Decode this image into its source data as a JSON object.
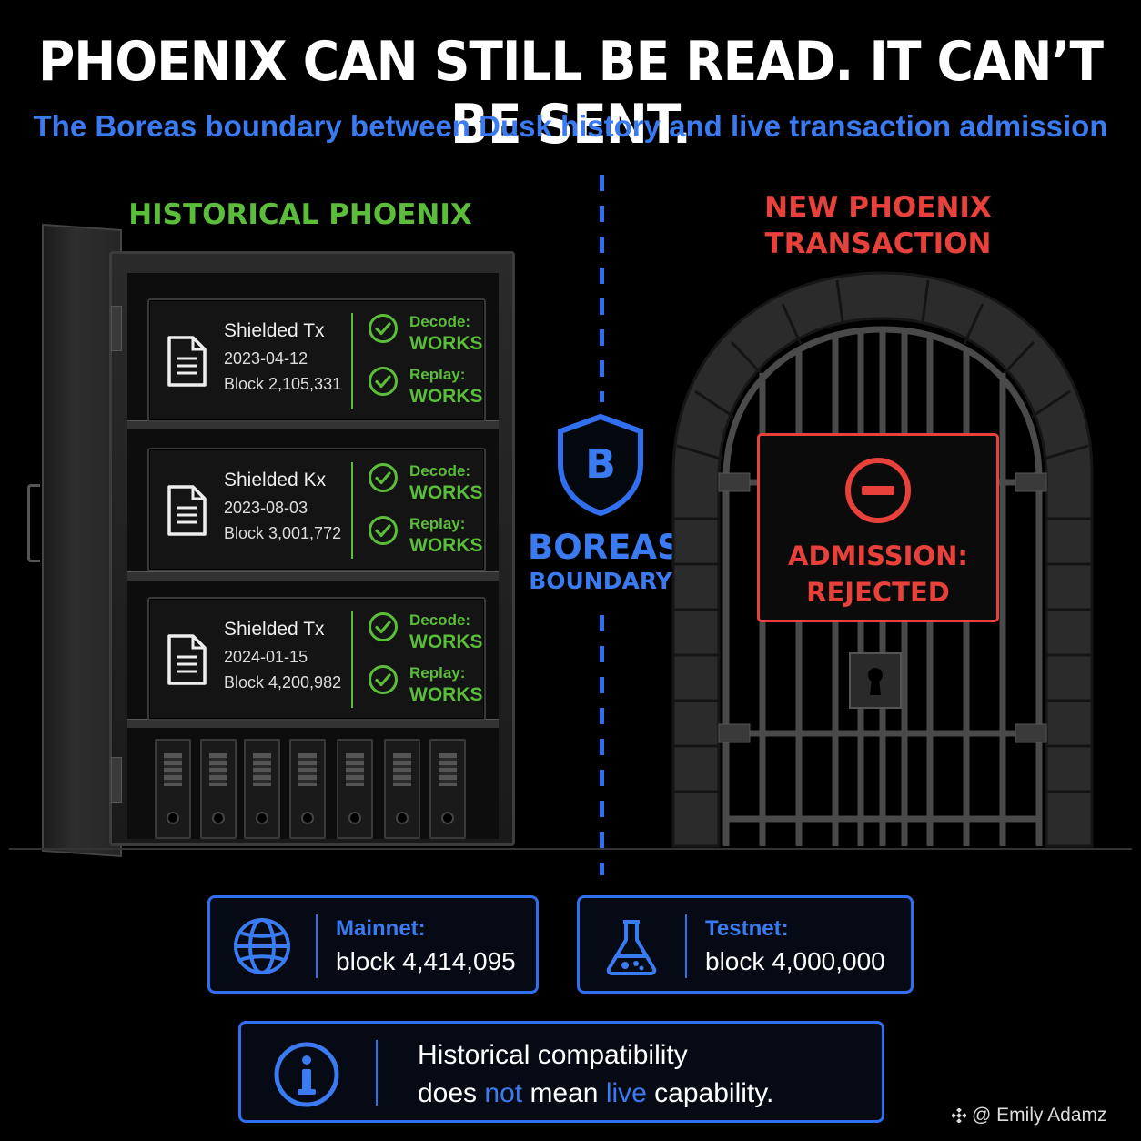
{
  "header": {
    "title": "PHOENIX CAN STILL BE READ. IT CAN’T BE SENT.",
    "subtitle": "The Boreas boundary between Dusk history and live transaction admission"
  },
  "historical": {
    "heading": "HISTORICAL PHOENIX",
    "records": [
      {
        "title": "Shielded Tx",
        "date": "2023-04-12",
        "block": "Block 2,105,331",
        "decode_label": "Decode:",
        "decode_value": "WORKS",
        "replay_label": "Replay:",
        "replay_value": "WORKS"
      },
      {
        "title": "Shielded Kx",
        "date": "2023-08-03",
        "block": "Block 3,001,772",
        "decode_label": "Decode:",
        "decode_value": "WORKS",
        "replay_label": "Replay:",
        "replay_value": "WORKS"
      },
      {
        "title": "Shielded Tx",
        "date": "2024-01-15",
        "block": "Block 4,200,982",
        "decode_label": "Decode:",
        "decode_value": "WORKS",
        "replay_label": "Replay:",
        "replay_value": "WORKS"
      }
    ],
    "icons": [
      "document-icon",
      "check-circle-icon",
      "binder-icon"
    ]
  },
  "boundary": {
    "badge_letter": "B",
    "title": "BOREAS",
    "subtitle": "BOUNDARY",
    "icon": "shield-icon"
  },
  "new_tx": {
    "heading_line1": "NEW PHOENIX",
    "heading_line2": "TRANSACTION",
    "status_line1": "ADMISSION:",
    "status_line2": "REJECTED",
    "icon": "no-entry-icon"
  },
  "networks": {
    "mainnet": {
      "label": "Mainnet:",
      "value": "block 4,414,095",
      "icon": "globe-icon"
    },
    "testnet": {
      "label": "Testnet:",
      "value": "block 4,000,000",
      "icon": "flask-icon"
    }
  },
  "note": {
    "line1": "Historical compatibility",
    "line2_part1": "does ",
    "line2_not": "not",
    "line2_part2": " mean ",
    "line2_live": "live",
    "line2_part3": " capability.",
    "icon": "info-icon"
  },
  "credit": {
    "text": "@ Emily Adamz"
  },
  "colors": {
    "background": "#000000",
    "green": "#5bbd3a",
    "red": "#e8403a",
    "blue": "#3b7bf2"
  }
}
